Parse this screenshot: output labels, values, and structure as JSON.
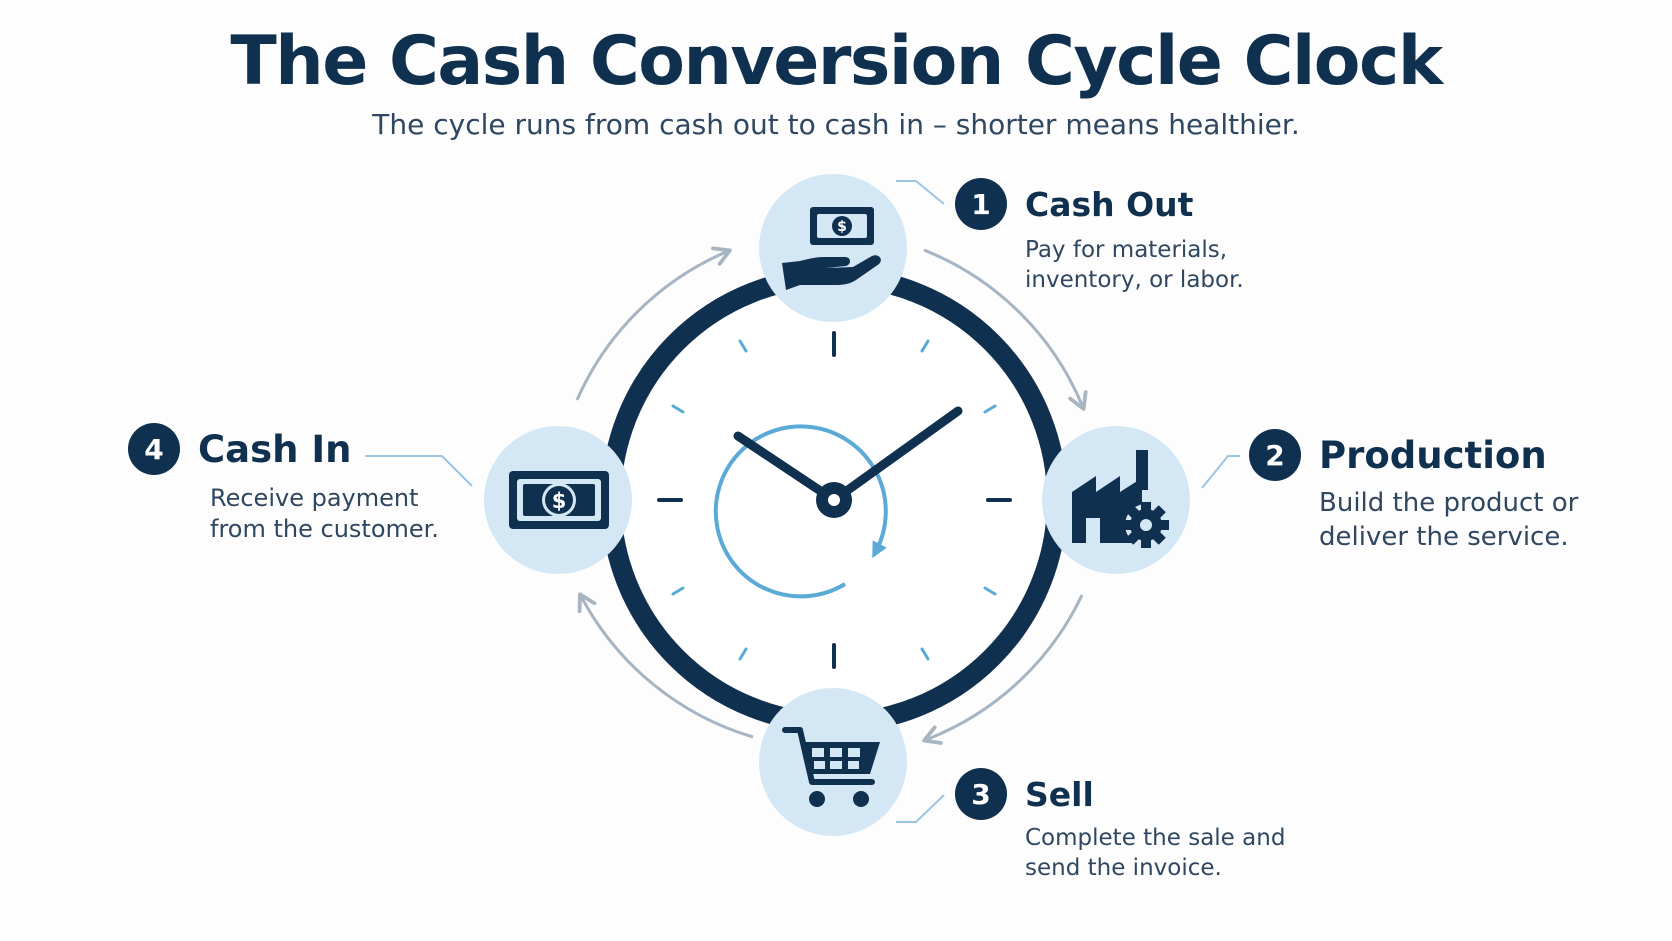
{
  "title": "The Cash Conversion Cycle Clock",
  "subtitle": "The cycle runs from cash out to cash in – shorter means healthier.",
  "colors": {
    "navy": "#10304f",
    "accent_blue": "#5aa9d6",
    "icon_circle": "#d4e7f5",
    "arrow_gray": "#a7b4c2",
    "text_gray": "#2f4760"
  },
  "steps": [
    {
      "number": "1",
      "title": "Cash Out",
      "desc_line1": "Pay for materials,",
      "desc_line2": "inventory, or labor.",
      "icon": "cash-hand-icon"
    },
    {
      "number": "2",
      "title": "Production",
      "desc_line1": "Build the product or",
      "desc_line2": "deliver the service.",
      "icon": "factory-gear-icon"
    },
    {
      "number": "3",
      "title": "Sell",
      "desc_line1": "Complete the sale and",
      "desc_line2": "send the invoice.",
      "icon": "shopping-cart-icon"
    },
    {
      "number": "4",
      "title": "Cash In",
      "desc_line1": "Receive payment",
      "desc_line2": "from the customer.",
      "icon": "dollar-bill-icon"
    }
  ]
}
